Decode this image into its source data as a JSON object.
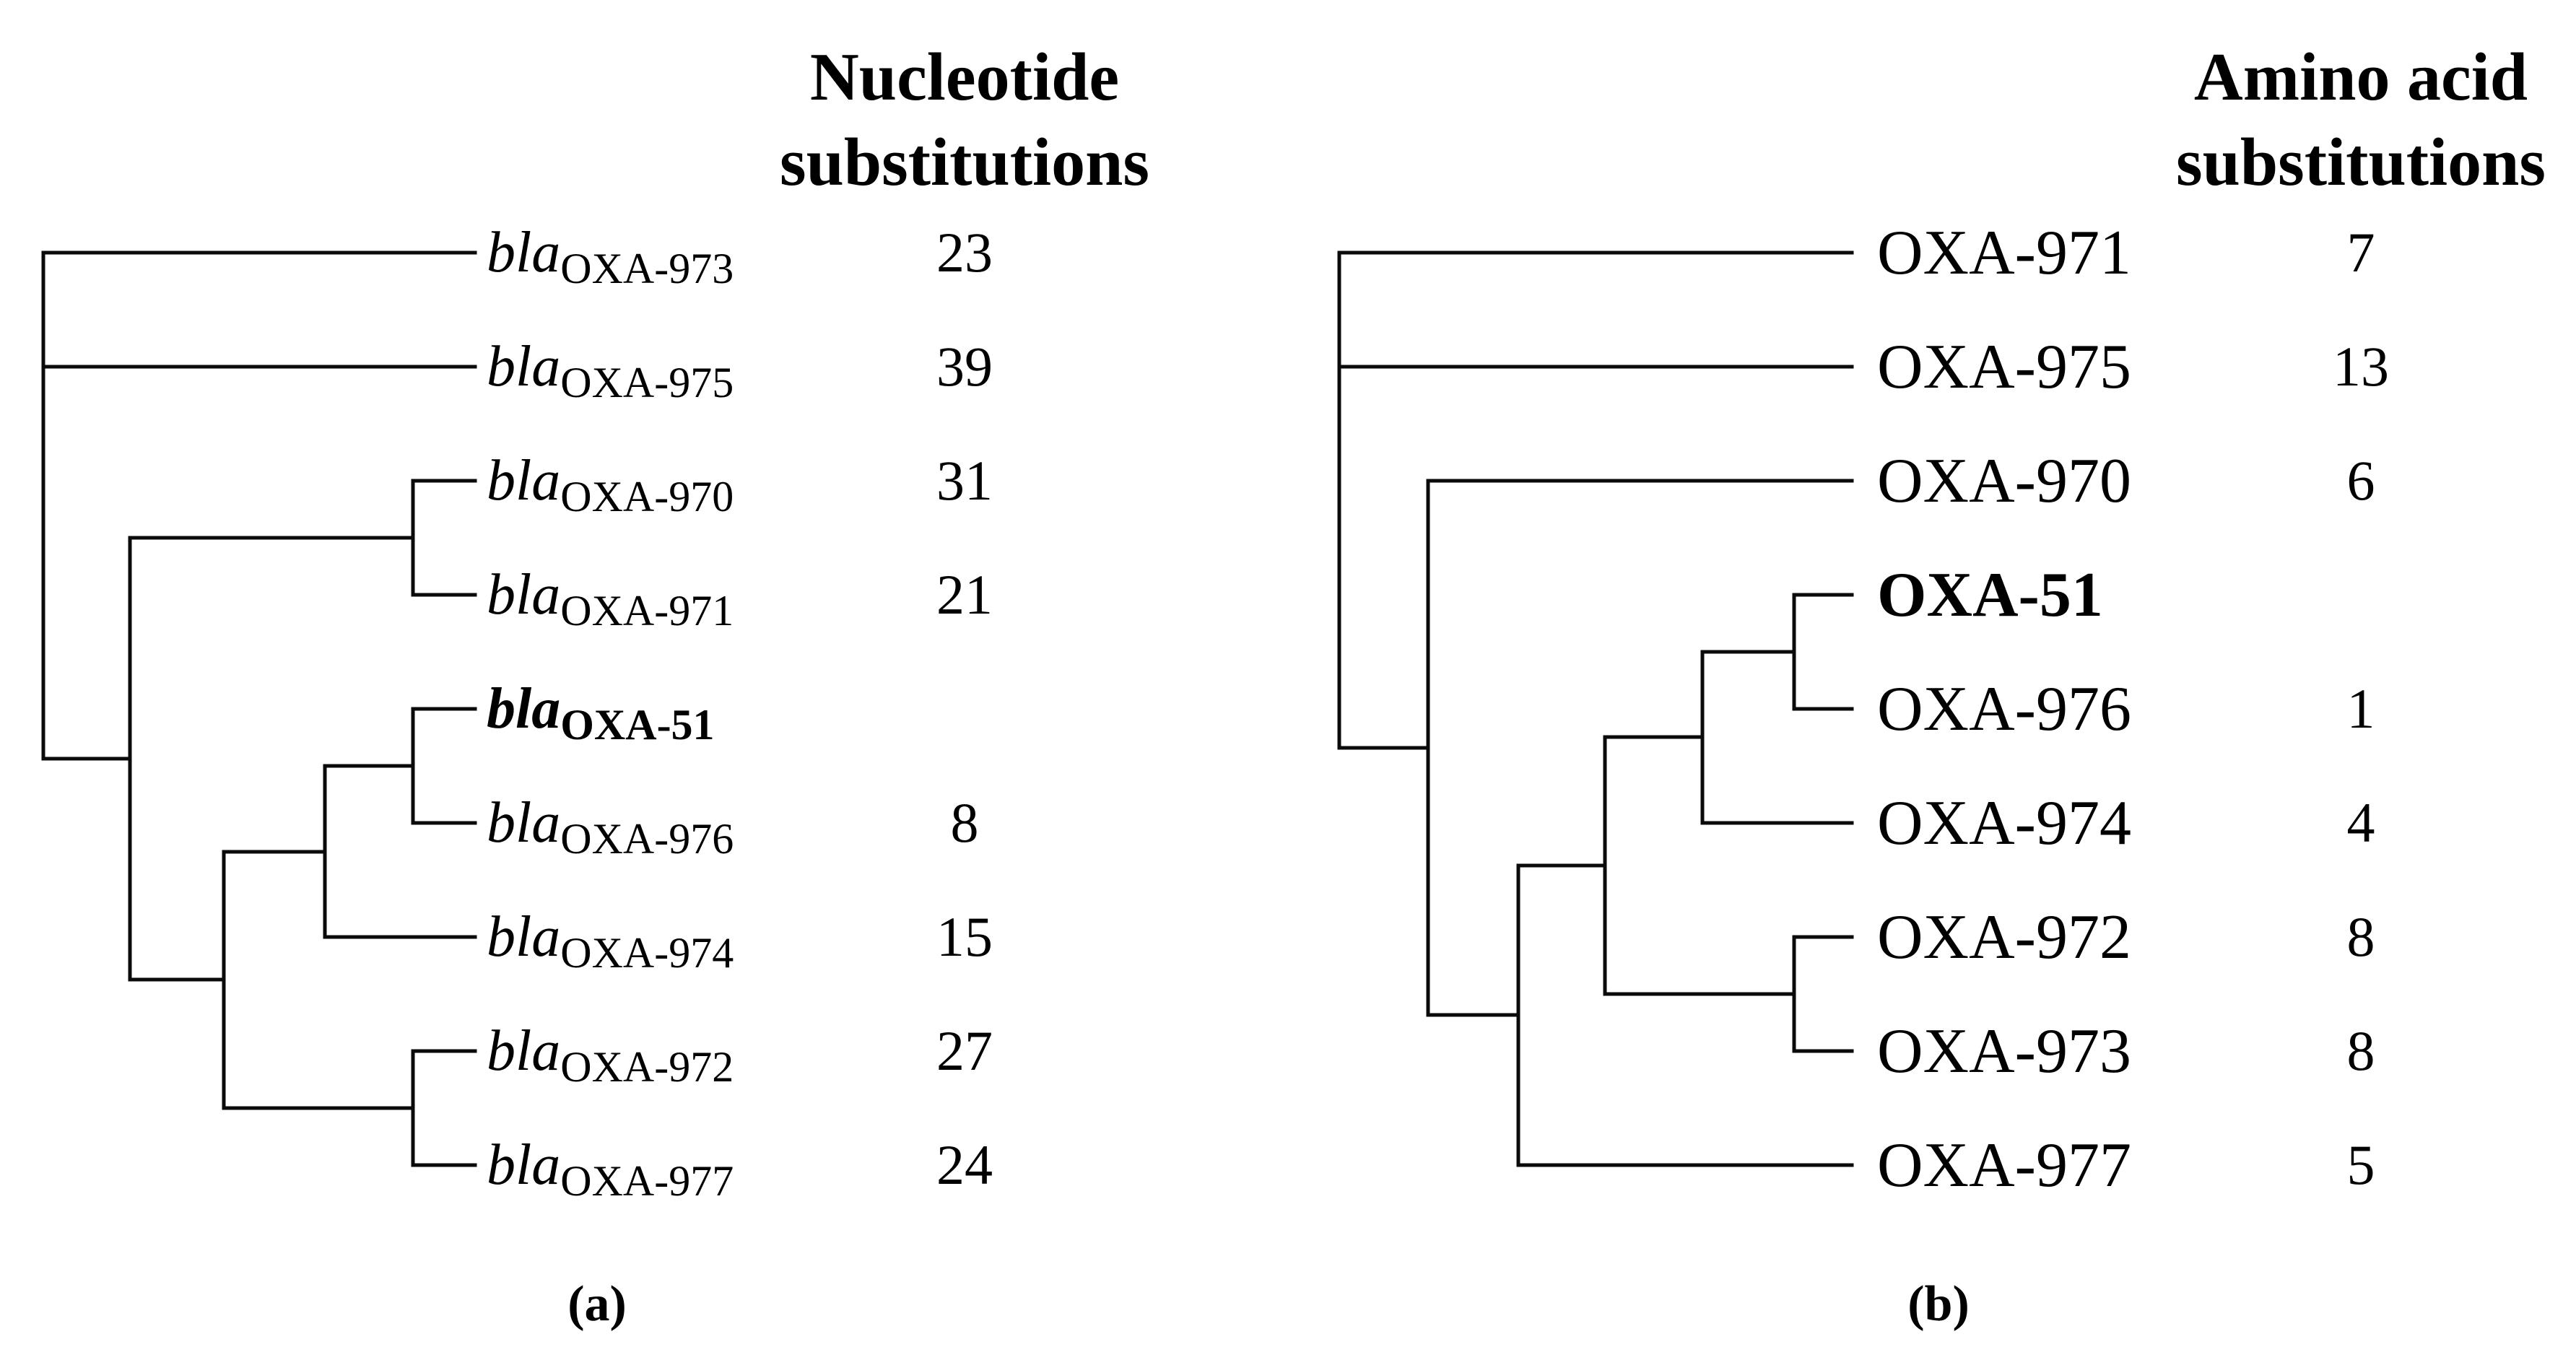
{
  "figure": {
    "background": "#ffffff",
    "ink_color": "#0a0a0a",
    "panel_a": {
      "header_line1": "Nucleotide",
      "header_line2": "substitutions",
      "caption": "(a)",
      "topology_newick": "(OXA-973,(OXA-975,((OXA-970,OXA-971),(((OXA-51,OXA-976),OXA-974),(OXA-972,OXA-977)))));",
      "rows": [
        {
          "prefix": "bla",
          "sub": "OXA-973",
          "value": "23",
          "bold": false
        },
        {
          "prefix": "bla",
          "sub": "OXA-975",
          "value": "39",
          "bold": false
        },
        {
          "prefix": "bla",
          "sub": "OXA-970",
          "value": "31",
          "bold": false
        },
        {
          "prefix": "bla",
          "sub": "OXA-971",
          "value": "21",
          "bold": false
        },
        {
          "prefix": "bla",
          "sub": "OXA-51",
          "value": "",
          "bold": true
        },
        {
          "prefix": "bla",
          "sub": "OXA-976",
          "value": "8",
          "bold": false
        },
        {
          "prefix": "bla",
          "sub": "OXA-974",
          "value": "15",
          "bold": false
        },
        {
          "prefix": "bla",
          "sub": "OXA-972",
          "value": "27",
          "bold": false
        },
        {
          "prefix": "bla",
          "sub": "OXA-977",
          "value": "24",
          "bold": false
        }
      ]
    },
    "panel_b": {
      "header_line1": "Amino acid",
      "header_line2": "substitutions",
      "caption": "(b)",
      "topology_newick": "(OXA-971,(OXA-975,(OXA-970,(((OXA-51,OXA-976),OXA-974),((OXA-972,OXA-973),OXA-977)))));",
      "rows": [
        {
          "name": "OXA-971",
          "value": "7",
          "bold": false
        },
        {
          "name": "OXA-975",
          "value": "13",
          "bold": false
        },
        {
          "name": "OXA-970",
          "value": "6",
          "bold": false
        },
        {
          "name": "OXA-51",
          "value": "",
          "bold": true
        },
        {
          "name": "OXA-976",
          "value": "1",
          "bold": false
        },
        {
          "name": "OXA-974",
          "value": "4",
          "bold": false
        },
        {
          "name": "OXA-972",
          "value": "8",
          "bold": false
        },
        {
          "name": "OXA-973",
          "value": "8",
          "bold": false
        },
        {
          "name": "OXA-977",
          "value": "5",
          "bold": false
        }
      ]
    }
  }
}
